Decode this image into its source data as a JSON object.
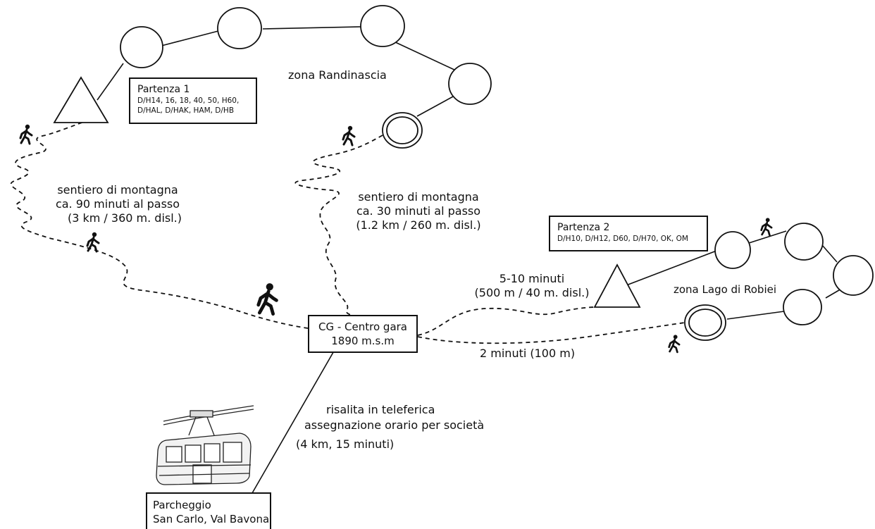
{
  "zones": {
    "randinascia": "zona Randinascia",
    "lago_robiei": "zona Lago di Robiei"
  },
  "start1": {
    "title": "Partenza 1",
    "categories_line1": "D/H14, 16, 18, 40, 50, H60,",
    "categories_line2": "D/HAL, D/HAK, HAM, D/HB"
  },
  "start2": {
    "title": "Partenza 2",
    "categories": "D/H10, D/H12, D60, D/H70,  OK, OM"
  },
  "center": {
    "line1": "CG - Centro gara",
    "line2": "1890 m.s.m"
  },
  "parking": {
    "line1": "Parcheggio",
    "line2": "San Carlo, Val Bavona"
  },
  "paths": {
    "path1": {
      "line1": "sentiero di montagna",
      "line2": "ca. 90 minuti al passo",
      "line3": "(3 km / 360 m. disl.)"
    },
    "path2": {
      "line1": "sentiero di montagna",
      "line2": "ca. 30 minuti al passo",
      "line3": "(1.2 km / 260 m. disl.)"
    },
    "path3": {
      "line1": "5-10 minuti",
      "line2": "(500 m / 40 m. disl.)"
    },
    "path4": {
      "line1": "2 minuti (100 m)"
    }
  },
  "cable_car": {
    "line1": "risalita in teleferica",
    "line2": "assegnazione orario per società",
    "line3": "(4 km, 15 minuti)"
  },
  "icons": [
    "walker-icon",
    "start-triangle-icon",
    "finish-double-circle-icon",
    "control-circle-icon",
    "cable-car-icon"
  ]
}
